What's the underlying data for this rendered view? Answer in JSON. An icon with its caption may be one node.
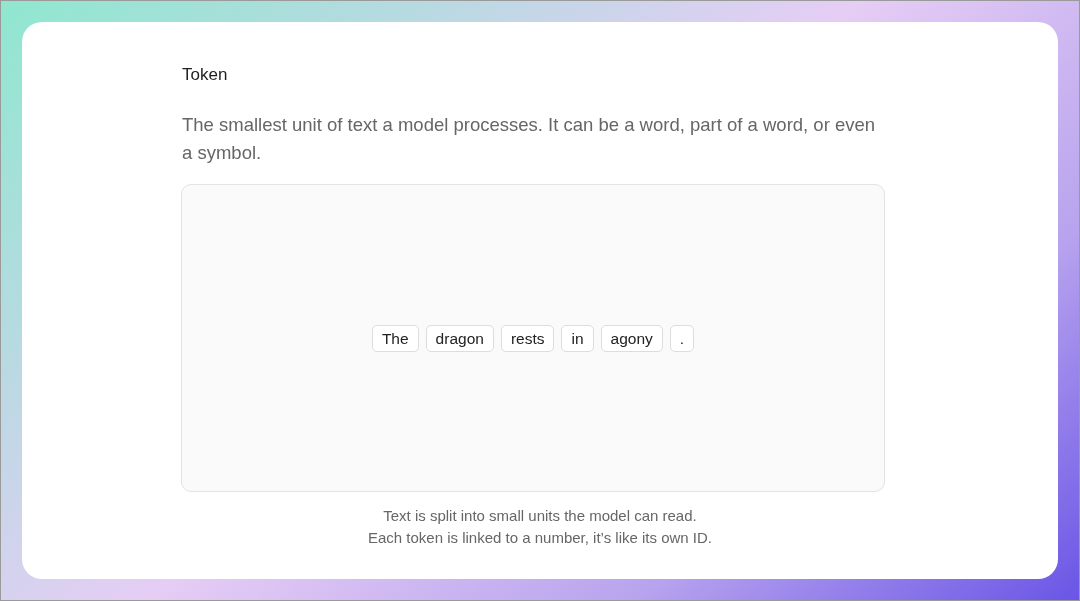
{
  "diagram": {
    "title": "Token",
    "caption": "Text is split into small units the model can read. Each token is linked to a number, it’s like its own ID.",
    "nodes": [
      {
        "text": [],
        "shape": "box"
      },
      {
        "text": [
          "The"
        ],
        "in": 0
      },
      {
        "text": [
          "dragon"
        ],
        "in": 0
      },
      {
        "text": [
          "rests"
        ],
        "in": 0
      },
      {
        "text": [
          "in"
        ],
        "in": 0
      },
      {
        "text": [
          "agony"
        ],
        "in": 0
      },
      {
        "text": [
          "."
        ],
        "in": 0
      }
    ],
    "labels": [
      "The smallest unit of text a model processes. It can be a word, part of a word, or even a symbol."
    ]
  }
}
